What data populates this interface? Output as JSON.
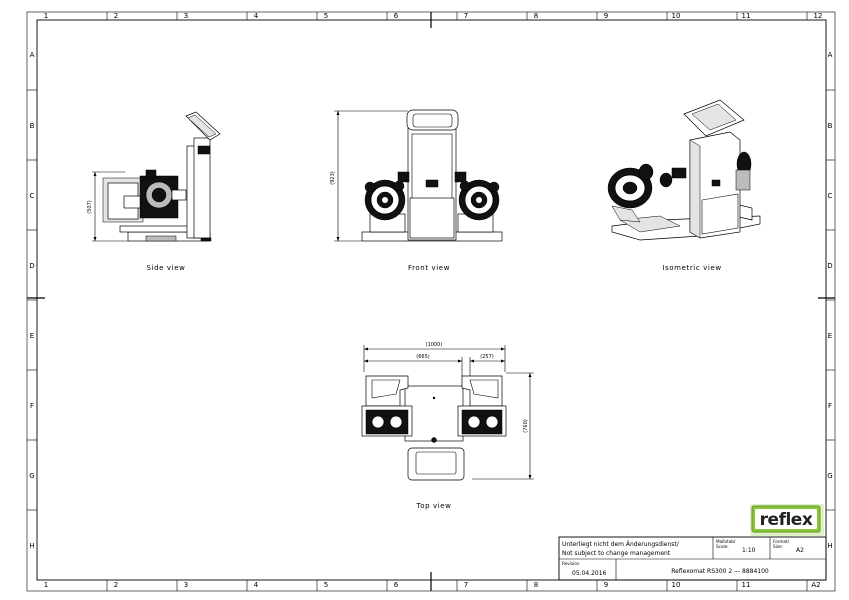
{
  "frame": {
    "columns": [
      "1",
      "2",
      "3",
      "4",
      "5",
      "6",
      "7",
      "8",
      "9",
      "10",
      "11",
      "12"
    ],
    "rows": [
      "A",
      "B",
      "C",
      "D",
      "E",
      "F",
      "G",
      "H"
    ]
  },
  "views": {
    "side": "Side view",
    "front": "Front view",
    "isometric": "Isometric view",
    "top": "Top view"
  },
  "dimensions": {
    "side_height": "(507)",
    "front_height": "(923)",
    "top_overall_width": "(1000)",
    "top_left_width": "(665)",
    "top_right_width": "(257)",
    "top_depth": "(760)"
  },
  "title_block": {
    "logo": "reflex",
    "note_de": "Unterliegt nicht dem Änderungsdienst/",
    "note_en": "Not subject to change management",
    "scale_label_de": "Maßstab/",
    "scale_label_en": "Scale:",
    "scale": "1:10",
    "format_label_de": "Format/",
    "format_label_en": "Size:",
    "format": "A2",
    "revision_label": "Revision",
    "revision_date": "05.04.2016",
    "drawing_title": "Reflexomat  RS300  2  —  8884100",
    "sheet_size": "A2"
  },
  "colors": {
    "logo_green": "#8cc43c",
    "logo_dark_green": "#5a9a22"
  }
}
